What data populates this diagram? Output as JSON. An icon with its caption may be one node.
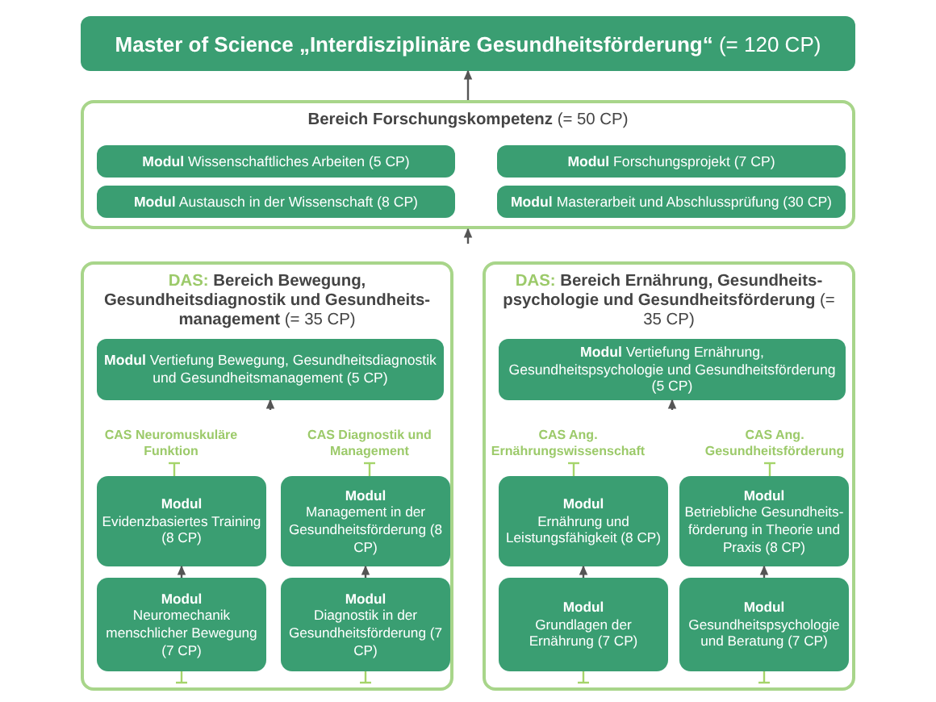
{
  "diagram": {
    "nodes": [
      {
        "text": [
          "**Master of Science „Interdisziplinäre Gesundheitsförderung“** (= 120 CP)"
        ]
      },
      {
        "text": [
          "**Bereich Forschungskompetenz** (= 50 CP)"
        ]
      },
      {
        "text": [
          "**Modul** Wissenschaftliches Arbeiten (5 CP)"
        ],
        "in": 1
      },
      {
        "text": [
          "**Modul** Forschungsprojekt (7 CP)"
        ],
        "in": 1
      },
      {
        "text": [
          "**Modul** Austausch in der Wissenschaft (8 CP)"
        ],
        "in": 1
      },
      {
        "text": [
          "**Modul** Masterarbeit und Abschlussprüfung (30 CP)"
        ],
        "in": 1
      },
      {
        "text": [
          "DAS:",
          "**Bereich Bewegung, Gesundheitsdiagnostik und Gesundheits-management** (= 35 CP)"
        ]
      },
      {
        "text": [
          "**Modul** Vertiefung Bewegung, Gesundheitsdiagnostik und Gesundheitsmanagement (5 CP)"
        ],
        "in": 6
      },
      {
        "text": [
          "CAS Neuromuskuläre Funktion"
        ],
        "in": 6
      },
      {
        "text": [
          "CAS Diagnostik und Management"
        ],
        "in": 6
      },
      {
        "text": [
          "Modul",
          "Evidenzbasiertes Training (8 CP)"
        ],
        "in": 6
      },
      {
        "text": [
          "Modul",
          "Management in der Gesundheitsförderung (8 CP)"
        ],
        "in": 6
      },
      {
        "text": [
          "Modul",
          "Neuromechanik menschlicher Bewegung (7 CP)"
        ],
        "in": 6
      },
      {
        "text": [
          "Modul",
          "Diagnostik in der Gesundheitsförderung (7 CP)"
        ],
        "in": 6
      },
      {
        "text": [
          "DAS:",
          "**Bereich Ernährung, Gesundheits-psychologie und Gesundheitsförderung** (= 35 CP)"
        ]
      },
      {
        "text": [
          "**Modul** Vertiefung Ernährung, Gesundheitspsychologie und Gesundheitsförderung (5 CP)"
        ],
        "in": 14
      },
      {
        "text": [
          "CAS Ang. Ernährungswissenschaft"
        ],
        "in": 14
      },
      {
        "text": [
          "CAS Ang. Gesundheitsförderung"
        ],
        "in": 14
      },
      {
        "text": [
          "Modul",
          "Ernährung und Leistungsfähigkeit (8 CP)"
        ],
        "in": 14
      },
      {
        "text": [
          "Modul",
          "Betriebliche Gesundheits-förderung in Theorie und Praxis (8 CP)"
        ],
        "in": 14
      },
      {
        "text": [
          "Modul",
          "Grundlagen der Ernährung (7 CP)"
        ],
        "in": 14
      },
      {
        "text": [
          "Modul",
          "Gesundheitspsychologie und Beratung (7 CP)"
        ],
        "in": 14
      }
    ],
    "edges": [
      {
        "from": 1,
        "to": 0,
        "arrow": "to"
      },
      {
        "from": null,
        "to": 1,
        "arrow": "to"
      },
      {
        "from": null,
        "to": 7,
        "arrow": "to"
      },
      {
        "from": 10,
        "to": 8,
        "arrow": "other",
        "color": "#a5d46a"
      },
      {
        "from": 11,
        "to": 9,
        "arrow": "other",
        "color": "#a5d46a"
      },
      {
        "from": 12,
        "to": 10,
        "arrow": "to"
      },
      {
        "from": 13,
        "to": 11,
        "arrow": "to"
      },
      {
        "from": 12,
        "to": null,
        "arrow": "other",
        "color": "#a5d46a"
      },
      {
        "from": 13,
        "to": null,
        "arrow": "other",
        "color": "#a5d46a"
      },
      {
        "from": null,
        "to": 15,
        "arrow": "to"
      },
      {
        "from": 18,
        "to": 16,
        "arrow": "other",
        "color": "#a5d46a"
      },
      {
        "from": 19,
        "to": 17,
        "arrow": "other",
        "color": "#a5d46a"
      },
      {
        "from": 20,
        "to": 18,
        "arrow": "to"
      },
      {
        "from": 21,
        "to": 19,
        "arrow": "to"
      },
      {
        "from": 20,
        "to": null,
        "arrow": "other",
        "color": "#a5d46a"
      },
      {
        "from": 21,
        "to": null,
        "arrow": "other",
        "color": "#a5d46a"
      }
    ]
  }
}
